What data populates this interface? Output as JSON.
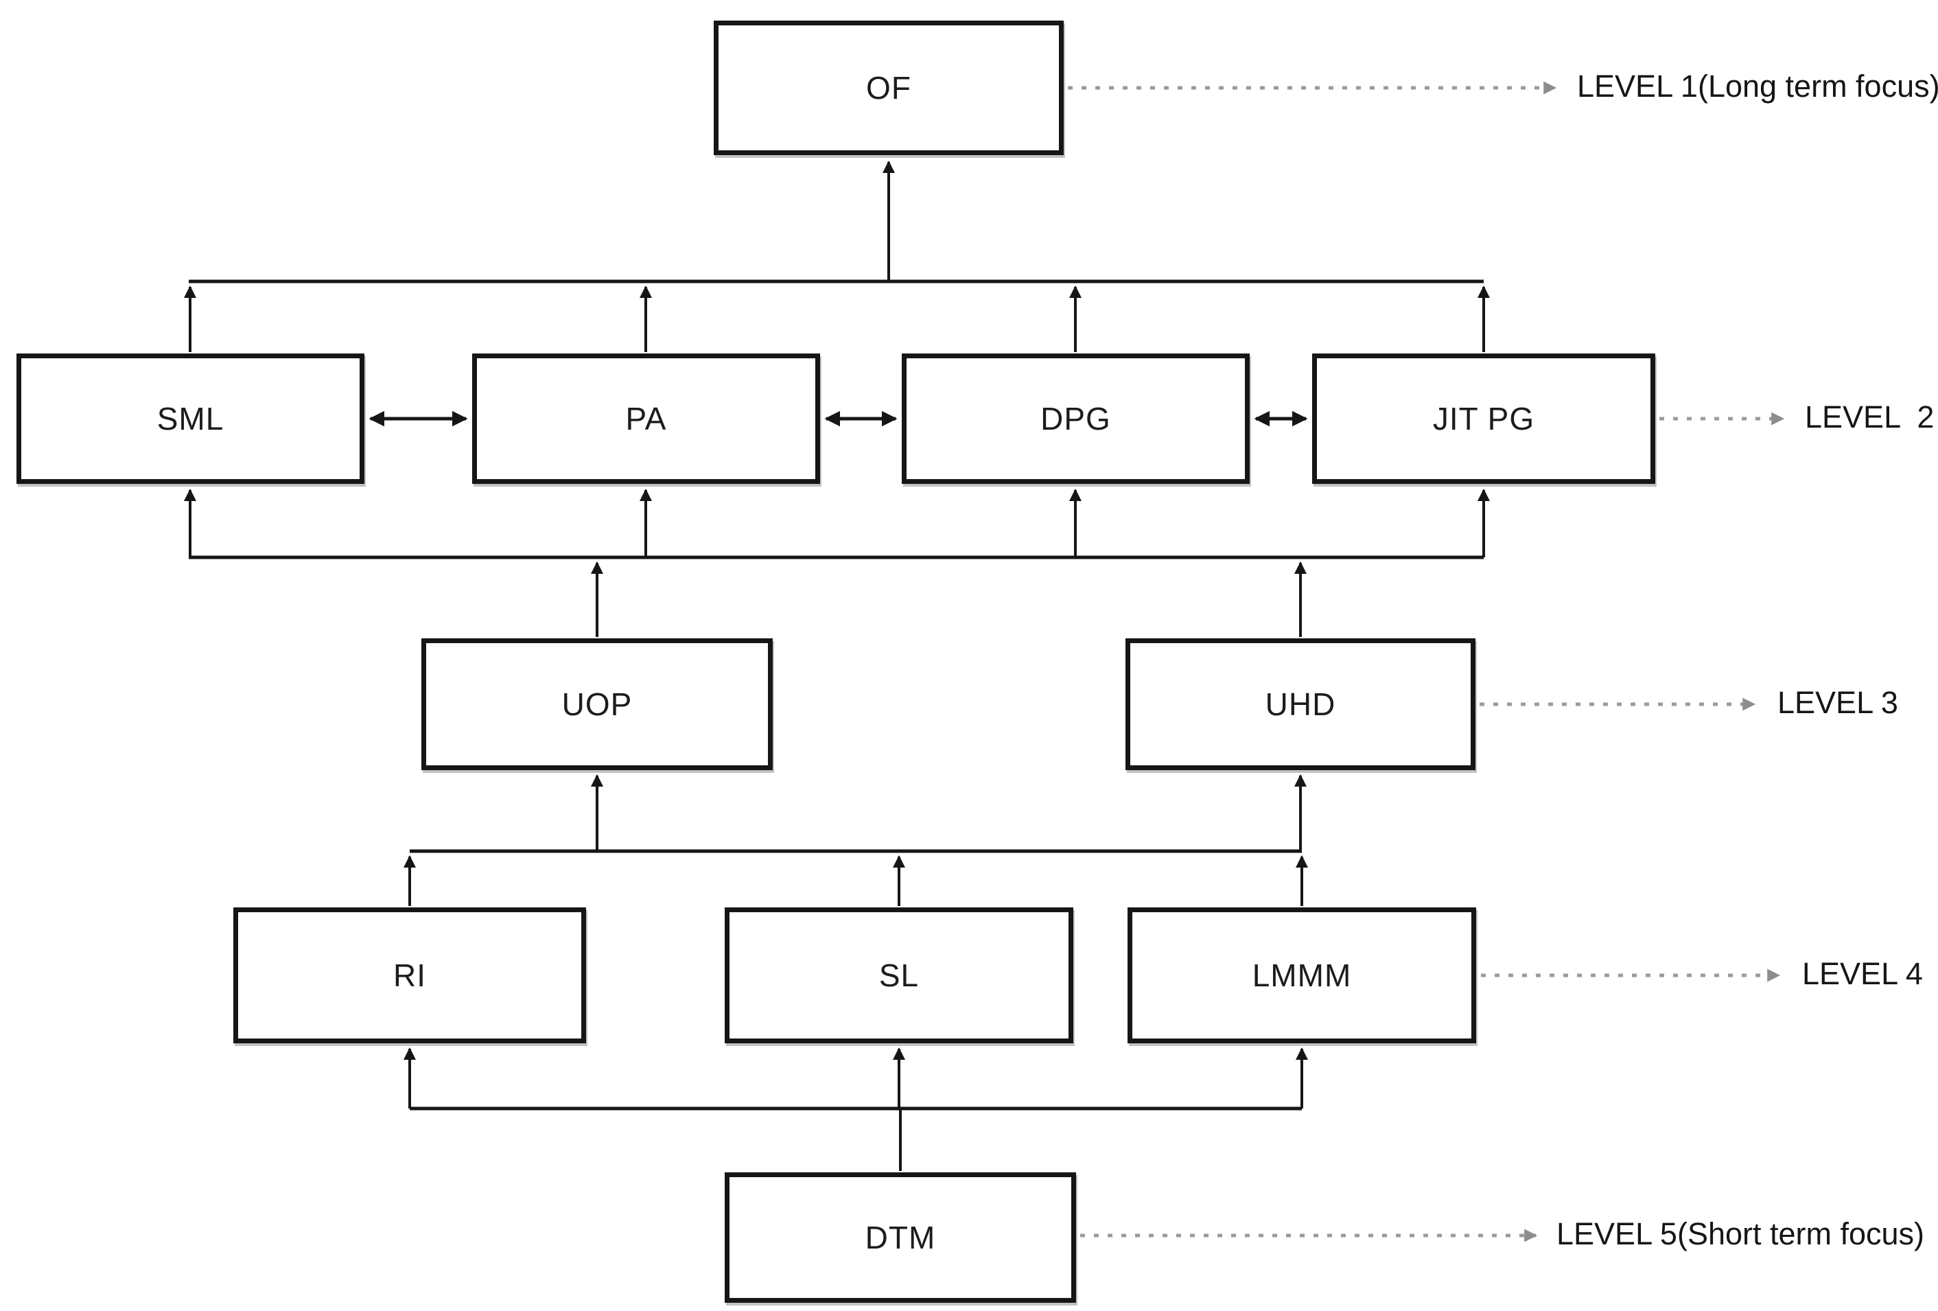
{
  "diagram": {
    "type": "hierarchy-flowchart",
    "background": "#ffffff",
    "line_color": "#161616",
    "leader_color": "#9b9b9b",
    "nodes": {
      "of": {
        "label": "OF",
        "level": 1
      },
      "sml": {
        "label": "SML",
        "level": 2
      },
      "pa": {
        "label": "PA",
        "level": 2
      },
      "dpg": {
        "label": "DPG",
        "level": 2
      },
      "jitpg": {
        "label": "JIT PG",
        "level": 2
      },
      "uop": {
        "label": "UOP",
        "level": 3
      },
      "uhd": {
        "label": "UHD",
        "level": 3
      },
      "ri": {
        "label": "RI",
        "level": 4
      },
      "sl": {
        "label": "SL",
        "level": 4
      },
      "lmmm": {
        "label": "LMMM",
        "level": 4
      },
      "dtm": {
        "label": "DTM",
        "level": 5
      }
    },
    "level_labels": [
      {
        "text": "LEVEL 1(Long term focus)"
      },
      {
        "text": "LEVEL  2"
      },
      {
        "text": "LEVEL 3"
      },
      {
        "text": "LEVEL 4"
      },
      {
        "text": "LEVEL 5(Short term focus)"
      }
    ],
    "edges": [
      {
        "from": [
          "SML",
          "PA",
          "DPG",
          "JIT PG"
        ],
        "to": [
          "OF"
        ],
        "direction": "up",
        "style": "solid"
      },
      {
        "from": [
          "SML"
        ],
        "to": [
          "PA"
        ],
        "direction": "bidirectional",
        "style": "solid"
      },
      {
        "from": [
          "PA"
        ],
        "to": [
          "DPG"
        ],
        "direction": "bidirectional",
        "style": "solid"
      },
      {
        "from": [
          "DPG"
        ],
        "to": [
          "JIT PG"
        ],
        "direction": "bidirectional",
        "style": "solid"
      },
      {
        "from": [
          "UOP",
          "UHD"
        ],
        "to": [
          "SML",
          "PA",
          "DPG",
          "JIT PG"
        ],
        "direction": "up",
        "style": "solid"
      },
      {
        "from": [
          "RI",
          "SL",
          "LMMM"
        ],
        "to": [
          "UOP",
          "UHD"
        ],
        "direction": "up",
        "style": "solid"
      },
      {
        "from": [
          "DTM"
        ],
        "to": [
          "RI",
          "SL",
          "LMMM"
        ],
        "direction": "up",
        "style": "solid"
      },
      {
        "from": [
          "OF"
        ],
        "to": [
          "LEVEL 1(Long term focus)"
        ],
        "direction": "right",
        "style": "dotted"
      },
      {
        "from": [
          "JIT PG"
        ],
        "to": [
          "LEVEL  2"
        ],
        "direction": "right",
        "style": "dotted"
      },
      {
        "from": [
          "UHD"
        ],
        "to": [
          "LEVEL 3"
        ],
        "direction": "right",
        "style": "dotted"
      },
      {
        "from": [
          "LMMM"
        ],
        "to": [
          "LEVEL 4"
        ],
        "direction": "right",
        "style": "dotted"
      },
      {
        "from": [
          "DTM"
        ],
        "to": [
          "LEVEL 5(Short term focus)"
        ],
        "direction": "right",
        "style": "dotted"
      }
    ]
  }
}
